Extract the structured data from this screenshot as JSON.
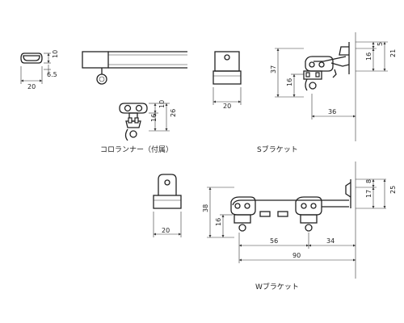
{
  "captions": {
    "runner": "コロランナー（付属）",
    "s_bracket": "Sブラケット",
    "w_bracket": "Wブラケット"
  },
  "dims": {
    "rail_h": "10",
    "rail_lip": "6.5",
    "rail_w": "20",
    "runner_top": "10",
    "runner_body": "16",
    "runner_total": "26",
    "s_front_w": "20",
    "s_top": "5",
    "s_mid": "16",
    "s_total": "21",
    "s_height": "37",
    "s_low": "16",
    "s_depth": "36",
    "w_front_w": "20",
    "w_top": "8",
    "w_mid": "17",
    "w_total": "25",
    "w_height": "38",
    "w_low": "16",
    "w_gap": "56",
    "w_front": "34",
    "w_depth": "90"
  }
}
